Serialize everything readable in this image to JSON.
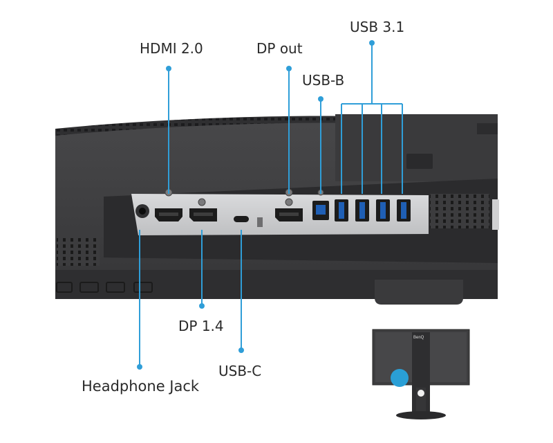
{
  "labels": {
    "hdmi": "HDMI 2.0",
    "dp_out": "DP out",
    "usb31": "USB 3.1",
    "usb_b": "USB-B",
    "dp14": "DP 1.4",
    "usb_c": "USB-C",
    "headphone": "Headphone Jack"
  },
  "thumbnail": {
    "brand": "BenQ"
  },
  "colors": {
    "callout": "#2f9ed8",
    "monitor_body": "#3b3b3d",
    "port_panel": "#cfd0d2",
    "usb_blue": "#1f5fb5",
    "highlight": "#2a9fd6"
  },
  "icons": [
    "headphone-jack-icon",
    "hdmi-port-icon",
    "displayport-icon",
    "usb-c-port-icon",
    "usb-b-port-icon",
    "usb-a-port-icon"
  ]
}
